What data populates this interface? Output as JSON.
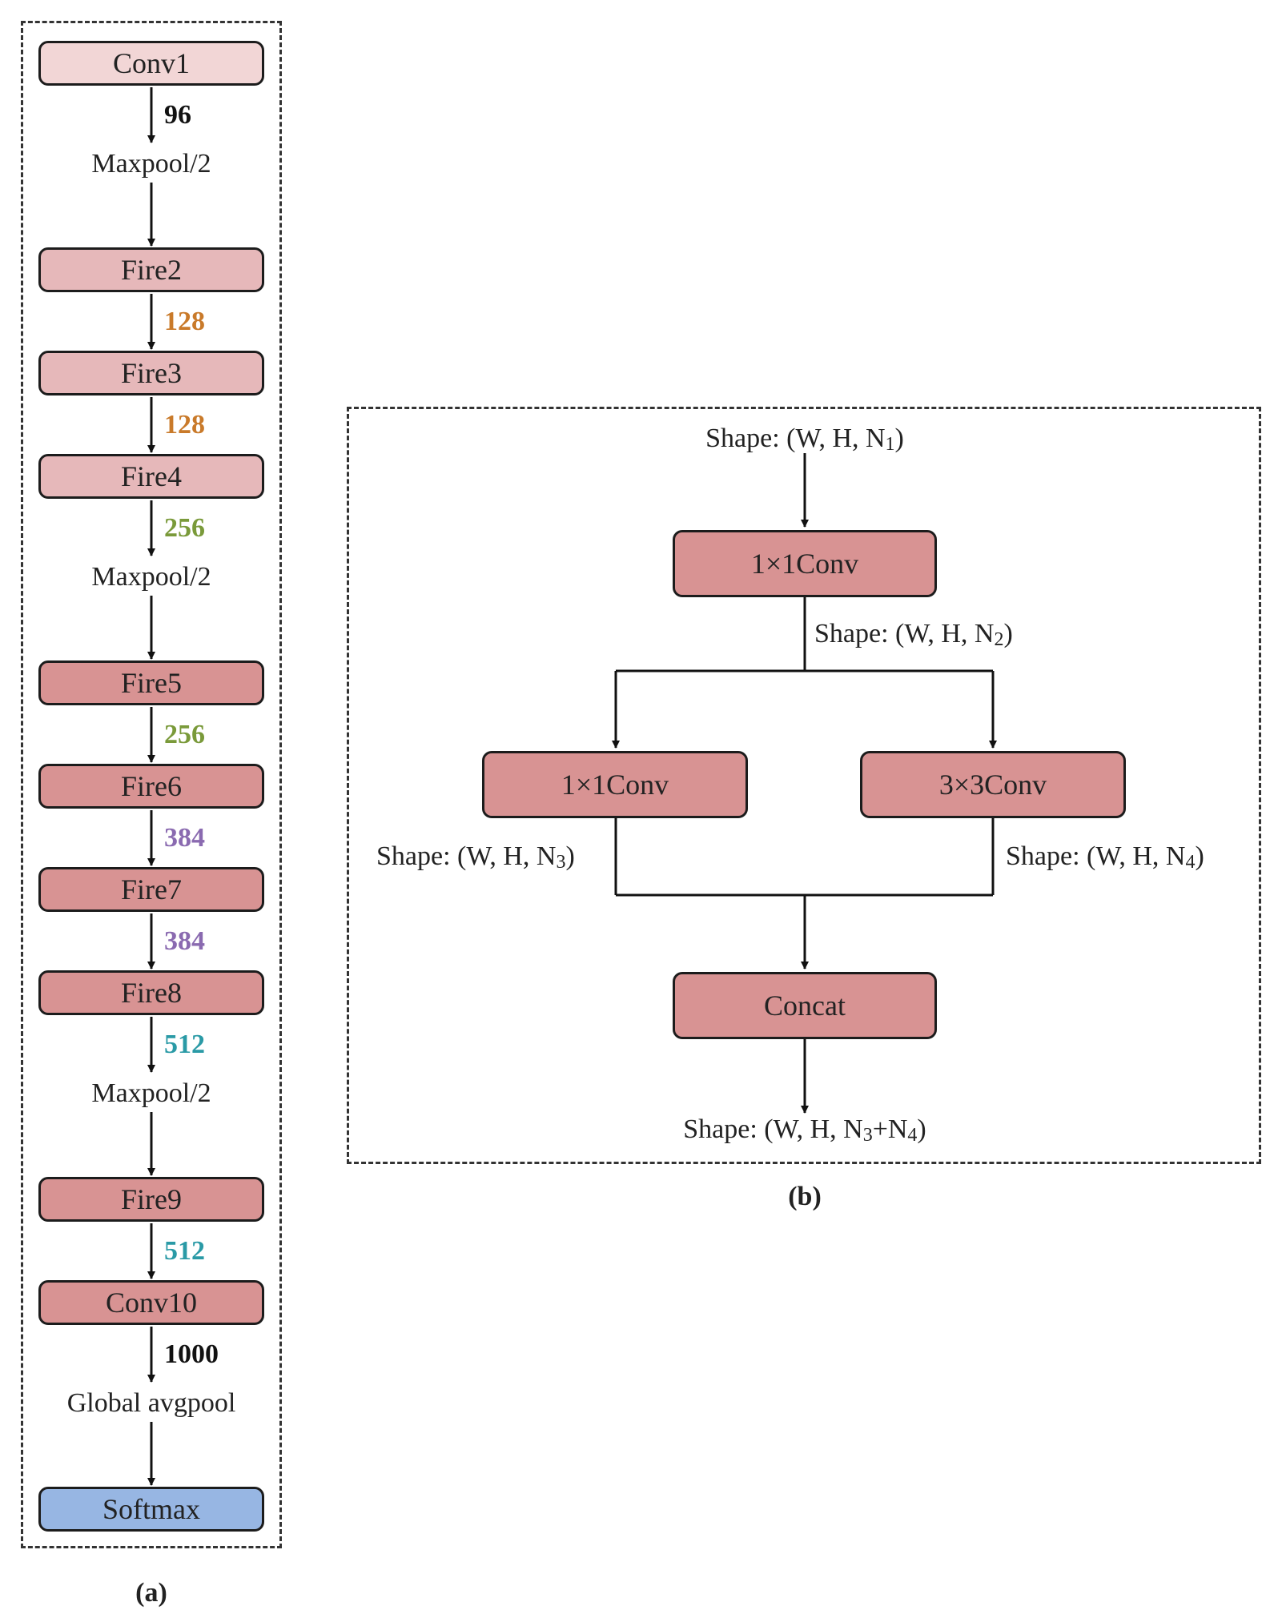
{
  "panel_a": {
    "caption": "(a)",
    "layers": [
      {
        "label": "Conv1",
        "kind": "block",
        "fill": "#f2d6d6"
      },
      {
        "label": "Maxpool/2",
        "kind": "text"
      },
      {
        "label": "Fire2",
        "kind": "block",
        "fill": "#e6b8ba"
      },
      {
        "label": "Fire3",
        "kind": "block",
        "fill": "#e6b8ba"
      },
      {
        "label": "Fire4",
        "kind": "block",
        "fill": "#e6b8ba"
      },
      {
        "label": "Maxpool/2",
        "kind": "text"
      },
      {
        "label": "Fire5",
        "kind": "block",
        "fill": "#d89393"
      },
      {
        "label": "Fire6",
        "kind": "block",
        "fill": "#d89393"
      },
      {
        "label": "Fire7",
        "kind": "block",
        "fill": "#d89393"
      },
      {
        "label": "Fire8",
        "kind": "block",
        "fill": "#d89393"
      },
      {
        "label": "Maxpool/2",
        "kind": "text"
      },
      {
        "label": "Fire9",
        "kind": "block",
        "fill": "#d89393"
      },
      {
        "label": "Conv10",
        "kind": "block",
        "fill": "#d89393"
      },
      {
        "label": "Global avgpool",
        "kind": "text"
      },
      {
        "label": "Softmax",
        "kind": "block",
        "fill": "#97b6e3"
      }
    ],
    "channels": [
      {
        "value": "96",
        "color": "#111111"
      },
      null,
      {
        "value": "128",
        "color": "#c97a2a"
      },
      {
        "value": "128",
        "color": "#c97a2a"
      },
      {
        "value": "256",
        "color": "#7a9a3a"
      },
      null,
      {
        "value": "256",
        "color": "#7a9a3a"
      },
      {
        "value": "384",
        "color": "#8a6ab0"
      },
      {
        "value": "384",
        "color": "#8a6ab0"
      },
      {
        "value": "512",
        "color": "#2a9aa6"
      },
      null,
      {
        "value": "512",
        "color": "#2a9aa6"
      },
      {
        "value": "1000",
        "color": "#111111"
      },
      null
    ]
  },
  "panel_b": {
    "caption": "(b)",
    "block_fill": "#d89393",
    "squeeze_label": "1×1Conv",
    "expand1_label": "1×1Conv",
    "expand3_label": "3×3Conv",
    "concat_label": "Concat",
    "shape_prefix": "Shape: (W, H, N",
    "shape_in_sub": "1",
    "shape_squeeze_sub": "2",
    "shape_e1_sub": "3",
    "shape_e3_sub": "4",
    "shape_out_sub1": "3",
    "shape_out_plus": "+N",
    "shape_out_sub2": "4",
    "shape_suffix": ")"
  }
}
